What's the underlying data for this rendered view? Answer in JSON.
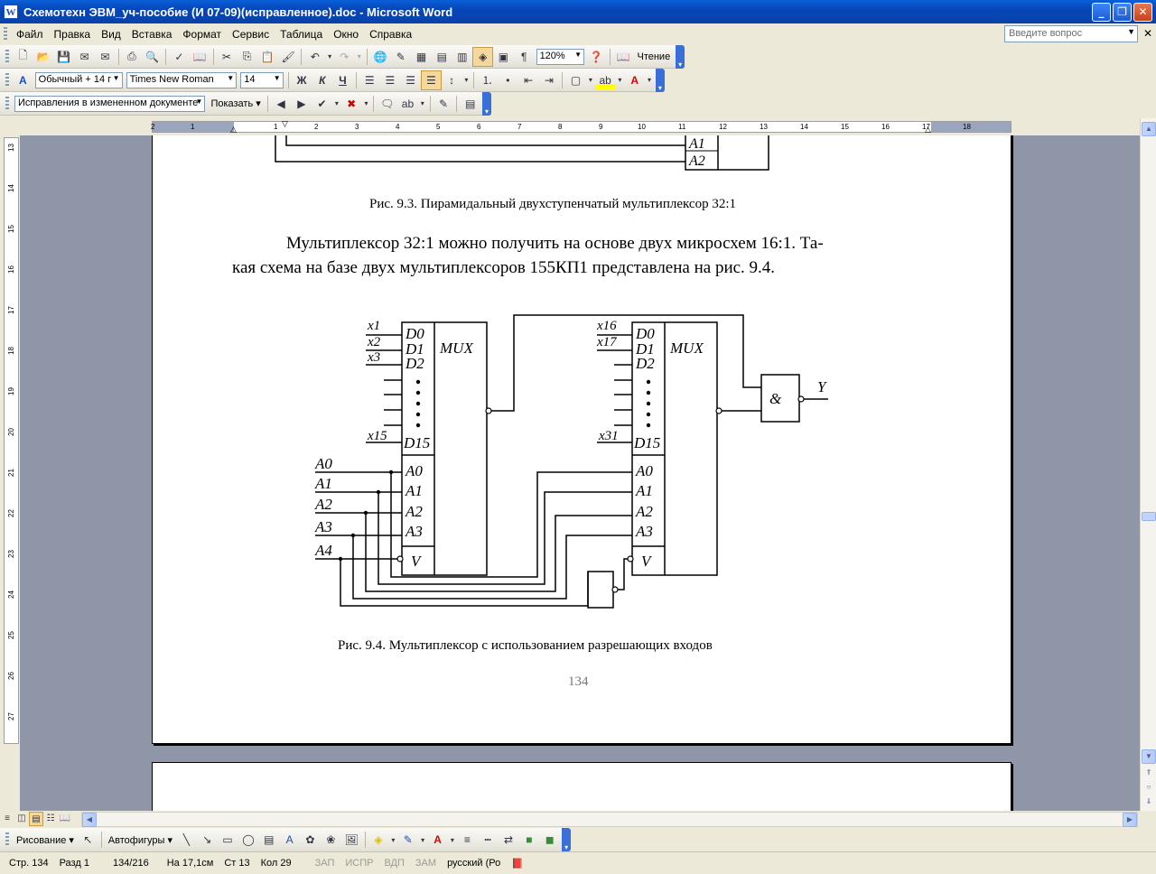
{
  "window": {
    "title": "Схемотехн ЭВМ_уч-пособие (И 07-09)(исправленное).doc - Microsoft Word"
  },
  "menu": {
    "items": [
      "Файл",
      "Правка",
      "Вид",
      "Вставка",
      "Формат",
      "Сервис",
      "Таблица",
      "Окно",
      "Справка"
    ],
    "ask_placeholder": "Введите вопрос"
  },
  "toolbar_standard": {
    "zoom": "120%",
    "reading_label": "Чтение"
  },
  "toolbar_formatting": {
    "style": "Обычный + 14 г",
    "font": "Times New Roman",
    "size": "14",
    "bold": "Ж",
    "italic": "К",
    "underline": "Ч"
  },
  "toolbar_review": {
    "display_mode": "Исправления в измененном документе",
    "show_label": "Показать"
  },
  "ruler": {
    "labels": [
      "2",
      "1",
      "1",
      "2",
      "3",
      "4",
      "5",
      "6",
      "7",
      "8",
      "9",
      "10",
      "11",
      "12",
      "13",
      "14",
      "15",
      "16",
      "17",
      "18"
    ],
    "vertical_labels": [
      "13",
      "14",
      "15",
      "16",
      "17",
      "18",
      "19",
      "20",
      "21",
      "22",
      "23",
      "24",
      "25",
      "26",
      "27"
    ]
  },
  "document": {
    "caption_fig_9_3": "Рис. 9.3.  Пирамидальный двухступенчатый мультиплексор 32:1",
    "paragraph_line1": "Мультиплексор 32:1 можно получить на основе двух микросхем 16:1. Та-",
    "paragraph_line2": "кая схема на базе двух мультиплексоров 155КП1 представлена на рис. 9.4.",
    "caption_fig_9_4": "Рис. 9.4.  Мультиплексор с использованием разрешающих входов",
    "page_number": "134",
    "fig93_labels": {
      "a1": "A1",
      "a2": "A2"
    },
    "diagram": {
      "mux_label": "MUX",
      "and_label": "&",
      "output_label": "Y",
      "left_data_pins": [
        "D0",
        "D1",
        "D2",
        "D15"
      ],
      "left_inputs": [
        "x1",
        "x2",
        "x3",
        "x15"
      ],
      "right_inputs": [
        "x16",
        "x17",
        "x31"
      ],
      "address_pins": [
        "A0",
        "A1",
        "A2",
        "A3"
      ],
      "enable_pin": "V",
      "address_inputs": [
        "A0",
        "A1",
        "A2",
        "A3",
        "A4"
      ]
    }
  },
  "drawing_toolbar": {
    "draw_label": "Рисование",
    "autoshapes_label": "Автофигуры"
  },
  "status": {
    "page": "Стр. 134",
    "section": "Разд 1",
    "page_of": "134/216",
    "at": "На 17,1см",
    "line": "Ст 13",
    "col": "Кол 29",
    "rec": "ЗАП",
    "trk": "ИСПР",
    "ext": "ВДП",
    "ovr": "ЗАМ",
    "language": "русский (Ро"
  }
}
